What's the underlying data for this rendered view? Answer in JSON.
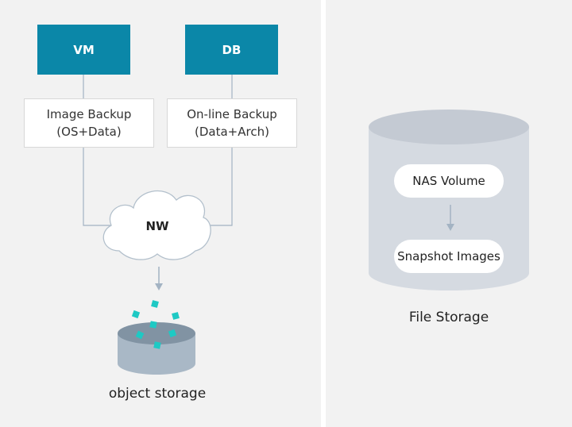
{
  "left": {
    "vm_label": "VM",
    "db_label": "DB",
    "image_backup": {
      "line1": "Image Backup",
      "line2": "(OS+Data)"
    },
    "online_backup": {
      "line1": "On-line Backup",
      "line2": "(Data+Arch)"
    },
    "network_label": "NW",
    "storage_caption": "object storage"
  },
  "right": {
    "nas_volume": "NAS Volume",
    "snapshot_images": "Snapshot Images",
    "storage_caption": "File Storage"
  },
  "colors": {
    "panel_bg": "#f2f2f2",
    "teal": "#0b87a8",
    "cyan_particles": "#1ec9c4",
    "cylinder_body": "#a9b8c6",
    "cylinder_top": "#8193a3",
    "file_storage_body": "#d5dae1",
    "file_storage_top": "#c4cad3",
    "connector": "#a3b3c3"
  },
  "icons": [
    "cloud-icon",
    "arrow-down-icon",
    "cylinder-icon",
    "particle-icon"
  ]
}
